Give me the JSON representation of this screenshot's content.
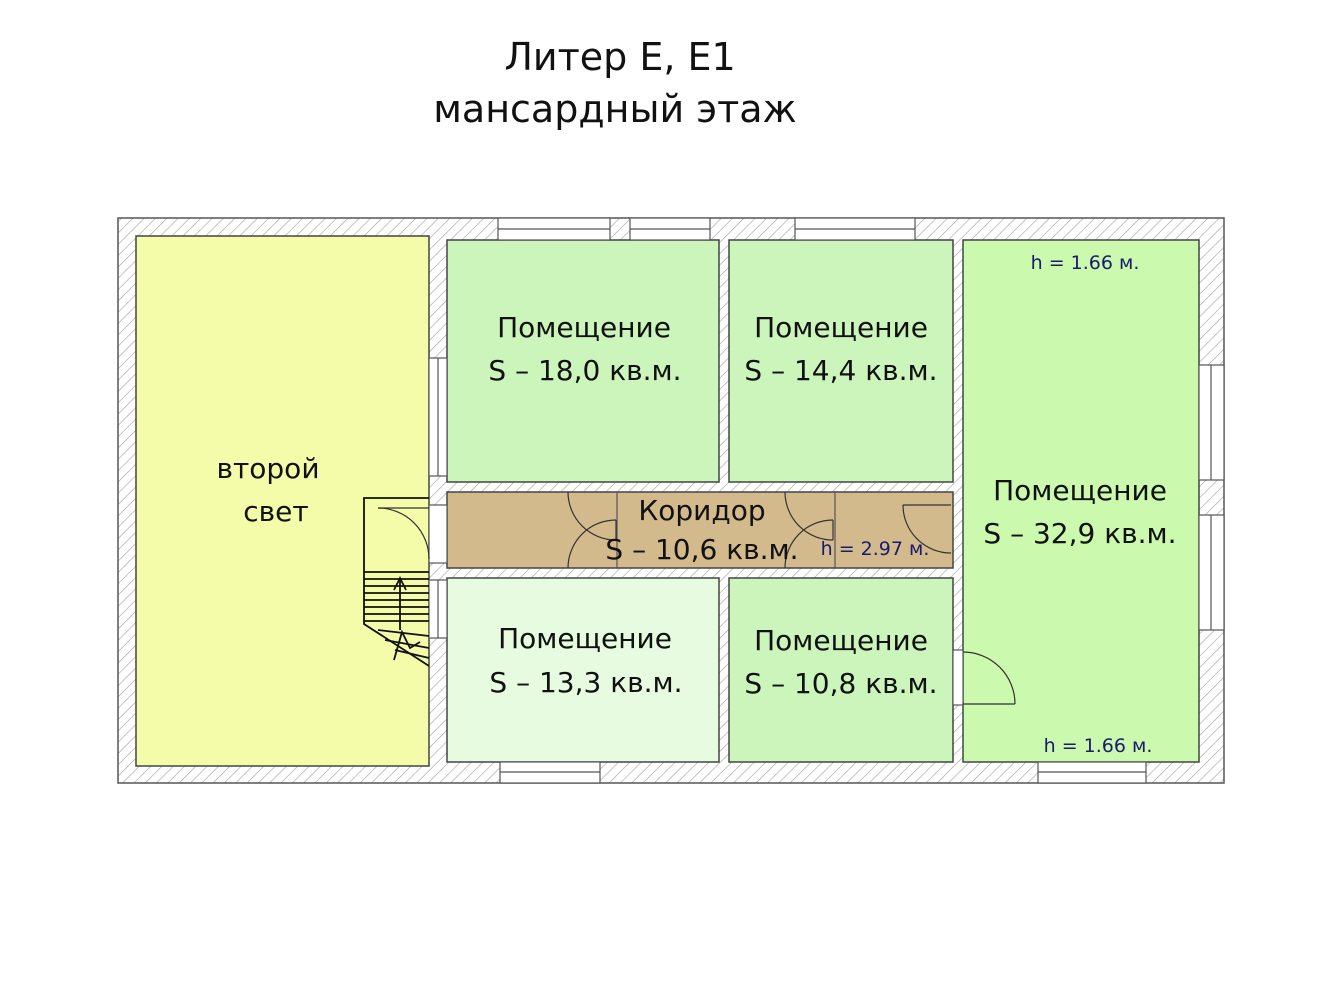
{
  "title": {
    "line1": "Литер Е, Е1",
    "line2": "мансардный этаж"
  },
  "colors": {
    "wall": "#ffffff",
    "hatch": "#9a9a9a",
    "light_well": "#f4fca9",
    "room_green": "#ccf5bc",
    "room_light": "#e6fbe0",
    "room_big": "#cbf9ad",
    "corridor": "#d3ba8c"
  },
  "rooms": [
    {
      "id": "light-well",
      "line1": "второй",
      "line2": "свет"
    },
    {
      "id": "room-18-0",
      "line1": "Помещение",
      "line2": "S – 18,0 кв.м."
    },
    {
      "id": "room-14-4",
      "line1": "Помещение",
      "line2": "S – 14,4 кв.м."
    },
    {
      "id": "room-32-9",
      "line1": "Помещение",
      "line2": "S – 32,9 кв.м."
    },
    {
      "id": "corridor",
      "line1": "Коридор",
      "line2": "S – 10,6 кв.м."
    },
    {
      "id": "room-13-3",
      "line1": "Помещение",
      "line2": "S – 13,3 кв.м."
    },
    {
      "id": "room-10-8",
      "line1": "Помещение",
      "line2": "S – 10,8 кв.м."
    }
  ],
  "heights": {
    "top_right": "h = 1.66 м.",
    "bottom_right": "h = 1.66 м.",
    "corridor": "h = 2.97 м."
  }
}
